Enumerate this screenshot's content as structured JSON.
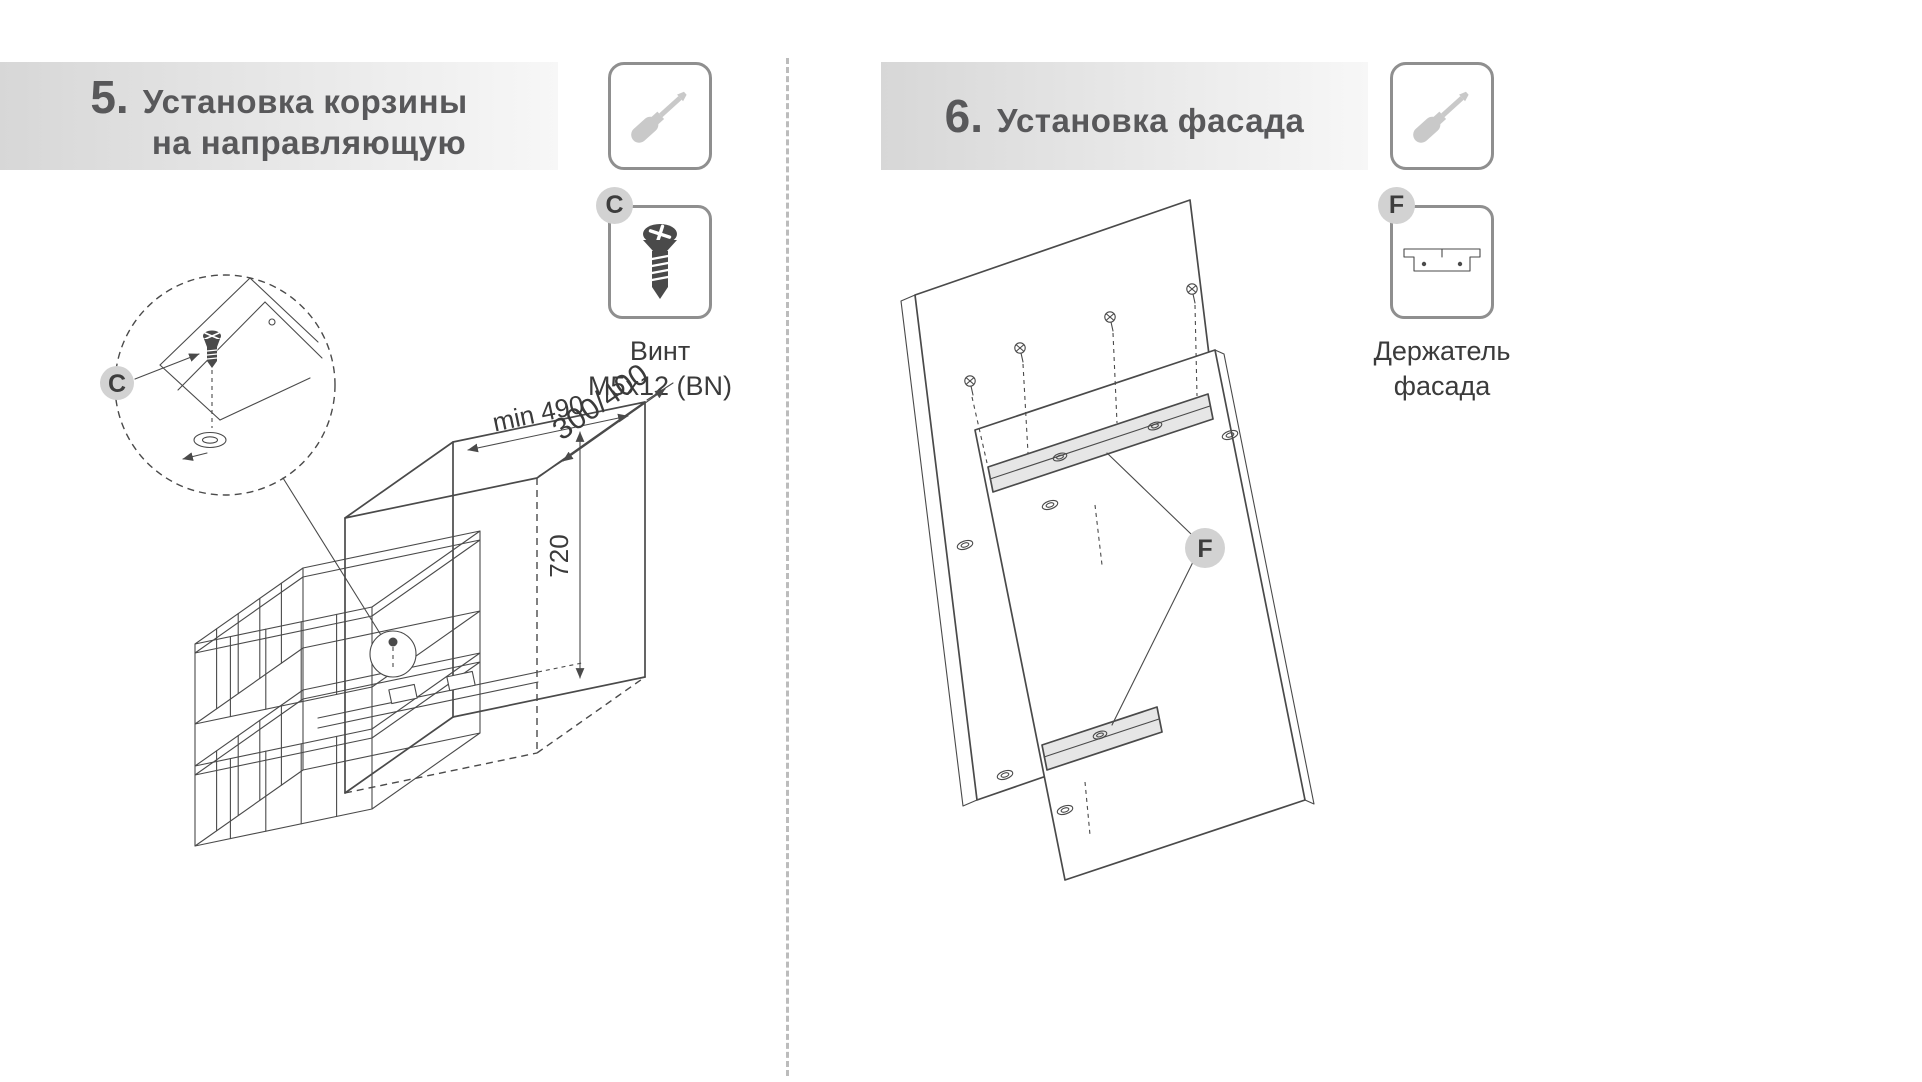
{
  "colors": {
    "header_gradient_start": "#d7d7d7",
    "header_gradient_end": "#f7f7f7",
    "title_text": "#58585a",
    "line": "#4a4a4a",
    "label_circle_bg": "#d2d2d2",
    "bracket_fill": "#e6e6e6",
    "tool_icon": "#c9c9c9",
    "divider": "#bcbcbc"
  },
  "icons": {
    "tool": "screwdriver-icon",
    "part_c": "countersunk-screw-icon",
    "part_f": "facade-holder-icon"
  },
  "step5": {
    "number": "5.",
    "title_line1": "Установка корзины",
    "title_line2": "на направляющую",
    "part": {
      "label": "C",
      "name_line1": "Винт",
      "name_line2": "M5x12 (BN)"
    },
    "drawing": {
      "callout_label": "C",
      "dim_width": "300/400",
      "dim_depth": "min 490",
      "dim_height": "720"
    }
  },
  "step6": {
    "number": "6.",
    "title": "Установка фасада",
    "part": {
      "label": "F",
      "name_line1": "Держатель",
      "name_line2": "фасада"
    },
    "drawing": {
      "callout_label": "F"
    }
  }
}
